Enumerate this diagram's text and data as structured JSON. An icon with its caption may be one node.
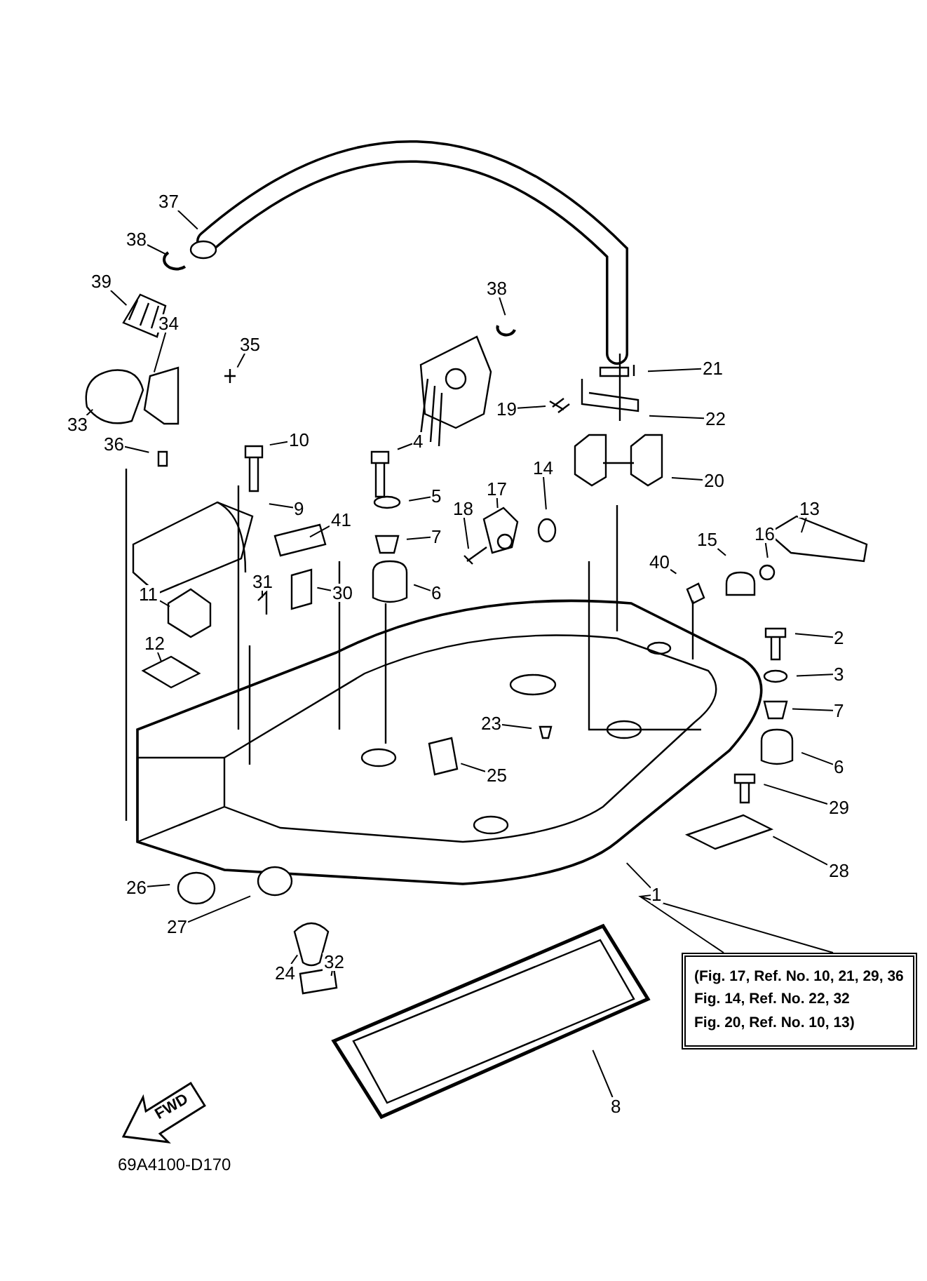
{
  "diagram": {
    "nodes": [
      {
        "text": [
          "37"
        ]
      },
      {
        "text": [
          "38"
        ]
      },
      {
        "text": [
          "39"
        ]
      },
      {
        "text": [
          "38"
        ]
      },
      {
        "text": [
          "34"
        ]
      },
      {
        "text": [
          "35"
        ]
      },
      {
        "text": [
          "21"
        ]
      },
      {
        "text": [
          "19"
        ]
      },
      {
        "text": [
          "22"
        ]
      },
      {
        "text": [
          "33"
        ]
      },
      {
        "text": [
          "10"
        ]
      },
      {
        "text": [
          "36"
        ]
      },
      {
        "text": [
          "4"
        ]
      },
      {
        "text": [
          "14"
        ]
      },
      {
        "text": [
          "20"
        ]
      },
      {
        "text": [
          "17"
        ]
      },
      {
        "text": [
          "5"
        ]
      },
      {
        "text": [
          "9"
        ]
      },
      {
        "text": [
          "13"
        ]
      },
      {
        "text": [
          "18"
        ]
      },
      {
        "text": [
          "41"
        ]
      },
      {
        "text": [
          "16"
        ]
      },
      {
        "text": [
          "7"
        ]
      },
      {
        "text": [
          "15"
        ]
      },
      {
        "text": [
          "40"
        ]
      },
      {
        "text": [
          "31"
        ]
      },
      {
        "text": [
          "6"
        ]
      },
      {
        "text": [
          "30"
        ]
      },
      {
        "text": [
          "11"
        ]
      },
      {
        "text": [
          "2"
        ]
      },
      {
        "text": [
          "12"
        ]
      },
      {
        "text": [
          "3"
        ]
      },
      {
        "text": [
          "7"
        ]
      },
      {
        "text": [
          "23"
        ]
      },
      {
        "text": [
          "6"
        ]
      },
      {
        "text": [
          "25"
        ]
      },
      {
        "text": [
          "29"
        ]
      },
      {
        "text": [
          "28"
        ]
      },
      {
        "text": [
          "26"
        ]
      },
      {
        "text": [
          "1"
        ]
      },
      {
        "text": [
          "27"
        ]
      },
      {
        "text": [
          "(Fig. 17, Ref. No. 10, 21, 29, 36",
          "Fig. 14, Ref. No. 22, 32",
          "Fig. 20, Ref. No. 10, 13)"
        ]
      },
      {
        "text": [
          "32"
        ]
      },
      {
        "text": [
          "24"
        ]
      },
      {
        "text": [
          "8"
        ]
      }
    ],
    "edges": [
      {
        "from": 0,
        "to": null,
        "arrow": "none"
      },
      {
        "from": 1,
        "to": null,
        "arrow": "none"
      },
      {
        "from": 2,
        "to": null,
        "arrow": "none"
      },
      {
        "from": 3,
        "to": null,
        "arrow": "none"
      },
      {
        "from": 4,
        "to": null,
        "arrow": "none"
      },
      {
        "from": 5,
        "to": null,
        "arrow": "none"
      },
      {
        "from": 6,
        "to": null,
        "arrow": "none"
      },
      {
        "from": 7,
        "to": null,
        "arrow": "none"
      },
      {
        "from": 8,
        "to": null,
        "arrow": "none"
      },
      {
        "from": 9,
        "to": null,
        "arrow": "none"
      },
      {
        "from": 10,
        "to": null,
        "arrow": "none"
      },
      {
        "from": 11,
        "to": null,
        "arrow": "none"
      },
      {
        "from": 12,
        "to": null,
        "arrow": "none"
      },
      {
        "from": 13,
        "to": null,
        "arrow": "none"
      },
      {
        "from": 14,
        "to": null,
        "arrow": "none"
      },
      {
        "from": 15,
        "to": null,
        "arrow": "none"
      },
      {
        "from": 16,
        "to": null,
        "arrow": "none"
      },
      {
        "from": 17,
        "to": null,
        "arrow": "none"
      },
      {
        "from": 18,
        "to": null,
        "arrow": "none"
      },
      {
        "from": 19,
        "to": null,
        "arrow": "none"
      },
      {
        "from": 20,
        "to": null,
        "arrow": "none"
      },
      {
        "from": 21,
        "to": null,
        "arrow": "none"
      },
      {
        "from": 22,
        "to": null,
        "arrow": "none"
      },
      {
        "from": 23,
        "to": null,
        "arrow": "none"
      },
      {
        "from": 24,
        "to": null,
        "arrow": "none"
      },
      {
        "from": 25,
        "to": null,
        "arrow": "none"
      },
      {
        "from": 26,
        "to": null,
        "arrow": "none"
      },
      {
        "from": 27,
        "to": null,
        "arrow": "none"
      },
      {
        "from": 28,
        "to": null,
        "arrow": "none"
      },
      {
        "from": 29,
        "to": null,
        "arrow": "none"
      },
      {
        "from": 30,
        "to": null,
        "arrow": "none"
      },
      {
        "from": 31,
        "to": null,
        "arrow": "none"
      },
      {
        "from": 32,
        "to": null,
        "arrow": "none"
      },
      {
        "from": 33,
        "to": null,
        "arrow": "none"
      },
      {
        "from": 34,
        "to": null,
        "arrow": "none"
      },
      {
        "from": 35,
        "to": null,
        "arrow": "none"
      },
      {
        "from": 36,
        "to": null,
        "arrow": "none"
      },
      {
        "from": 37,
        "to": null,
        "arrow": "none"
      },
      {
        "from": 38,
        "to": null,
        "arrow": "none"
      },
      {
        "from": 39,
        "to": null,
        "arrow": "none"
      },
      {
        "from": 40,
        "to": null,
        "arrow": "none"
      },
      {
        "from": 42,
        "to": null,
        "arrow": "none"
      },
      {
        "from": 43,
        "to": null,
        "arrow": "none"
      },
      {
        "from": 44,
        "to": null,
        "arrow": "none"
      },
      {
        "from": 39,
        "to": 41,
        "arrow": "none"
      }
    ],
    "labels": [
      "FWD",
      "69A4100-D170"
    ]
  }
}
